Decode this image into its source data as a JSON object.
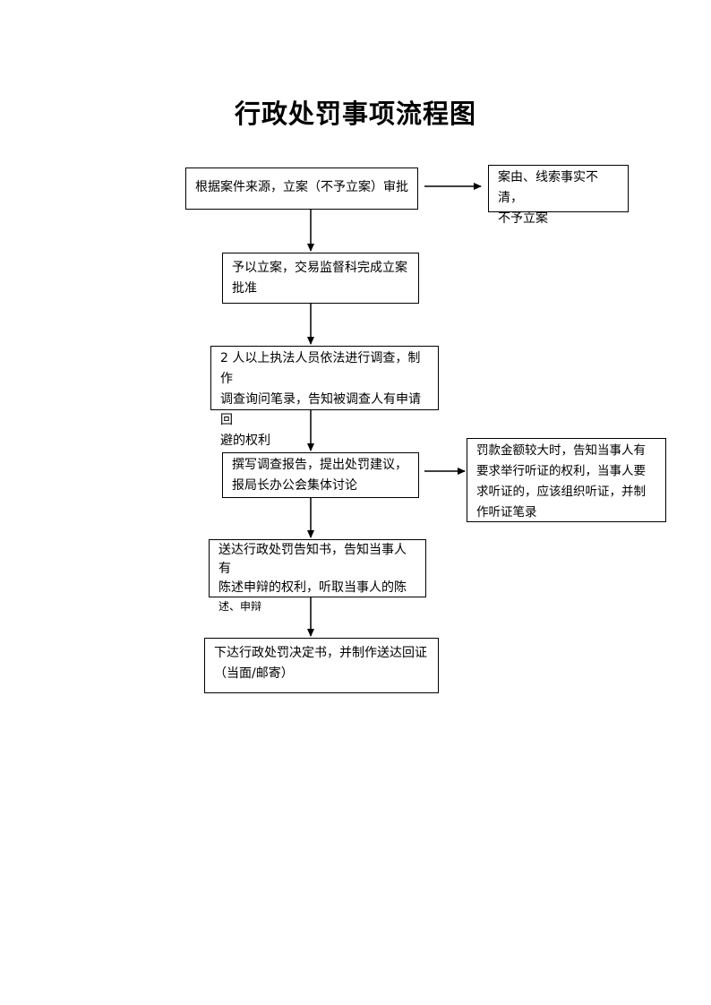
{
  "title": "行政处罚事项流程图",
  "steps": [
    {
      "line1": "根据案件来源，立案（不予立案）审批",
      "line2": "",
      "line3": ""
    },
    {
      "line1": "予以立案，交易监督科完成立案",
      "line2": "批准",
      "line3": ""
    },
    {
      "line1": "2 人以上执法人员依法进行调查，制作",
      "line2": "调查询问笔录，告知被调查人有申请回",
      "line3": "避的权利"
    },
    {
      "line1": "撰写调查报告，提出处罚建议，",
      "line2": "报局长办公会集体讨论",
      "line3": ""
    },
    {
      "line1": "送达行政处罚告知书，告知当事人有",
      "line2": "陈述申辩的权利，听取当事人的陈",
      "line3": "述、申辩"
    },
    {
      "line1": "下达行政处罚决定书，并制作送达回证",
      "line2": "（当面/邮寄）",
      "line3": ""
    }
  ],
  "side_notes": [
    {
      "line1": "案由、线索事实不清，",
      "line2": "不予立案",
      "line3": ""
    },
    {
      "line1": "罚款金额较大时，告知当事人有",
      "line2": "要求举行听证的权利，当事人要",
      "line3": "求听证的，应该组织听证，并制",
      "line4": "作听证笔录"
    }
  ]
}
